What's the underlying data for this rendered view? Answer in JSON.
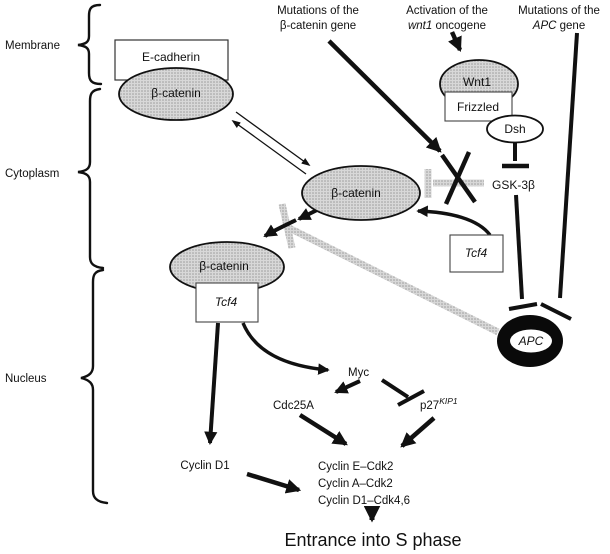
{
  "compartment_labels": {
    "membrane": "Membrane",
    "cytoplasm": "Cytoplasm",
    "nucleus": "Nucleus"
  },
  "annotations": {
    "bcat_mutation": {
      "line1": "Mutations of the",
      "line2": "β-catenin gene"
    },
    "wnt1_activation": {
      "line1": "Activation of the",
      "gene": "wnt1",
      "line2_rest": " oncogene"
    },
    "apc_mutation": {
      "line1": "Mutations of the",
      "gene": "APC",
      "line2_rest": " gene"
    }
  },
  "nodes": {
    "e_cadherin": "E-cadherin",
    "b_catenin_membrane": "β-catenin",
    "b_catenin_cytoplasm": "β-catenin",
    "b_catenin_nucleus": "β-catenin",
    "wnt1": "Wnt1",
    "frizzled": "Frizzled",
    "dsh": "Dsh",
    "gsk3b": "GSK-3β",
    "tcf4_cytoplasm": "Tcf4",
    "tcf4_nucleus": "Tcf4",
    "apc": "APC",
    "myc": "Myc",
    "cdc25a": "Cdc25A",
    "p27": "p27",
    "p27_sup": "KIP1",
    "cyclin_d1": "Cyclin D1",
    "cyclin_e_cdk2": "Cyclin E–Cdk2",
    "cyclin_a_cdk2": "Cyclin A–Cdk2",
    "cyclin_d1_cdk46": "Cyclin D1–Cdk4,6"
  },
  "outcome": {
    "s_phase": "Entrance into S phase"
  },
  "colors": {
    "ink": "#111111",
    "background": "#ffffff",
    "halftone_base": "#d8d8d8",
    "halftone_dot": "#989898"
  }
}
